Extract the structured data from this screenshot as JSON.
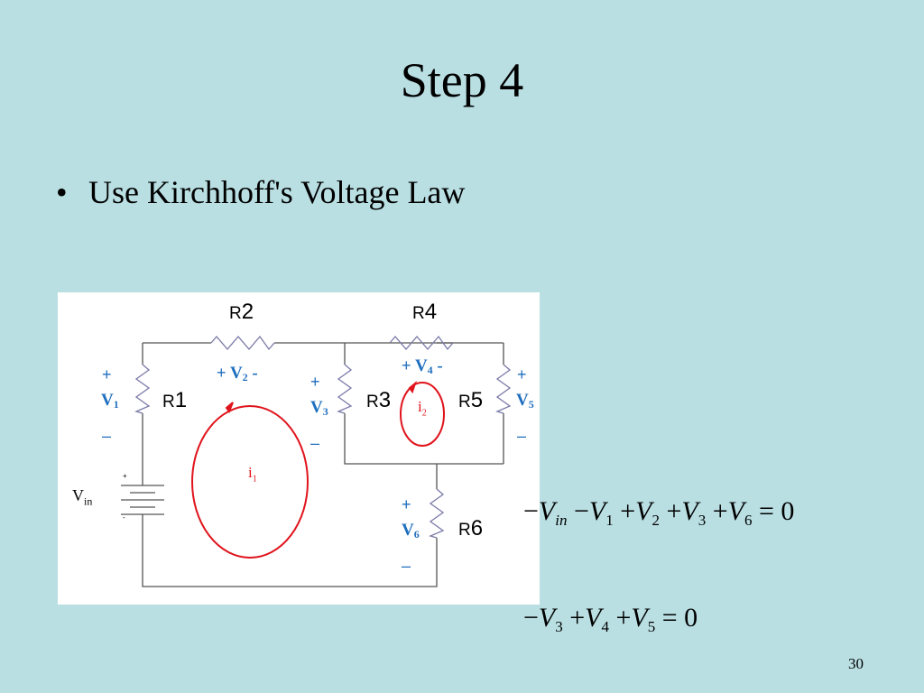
{
  "slide": {
    "title": "Step 4",
    "bullet": "Use Kirchhoff's Voltage Law",
    "number": "30"
  },
  "circuit": {
    "resistors": [
      {
        "id": "R1",
        "letter": "R",
        "num": "1"
      },
      {
        "id": "R2",
        "letter": "R",
        "num": "2"
      },
      {
        "id": "R3",
        "letter": "R",
        "num": "3"
      },
      {
        "id": "R4",
        "letter": "R",
        "num": "4"
      },
      {
        "id": "R5",
        "letter": "R",
        "num": "5"
      },
      {
        "id": "R6",
        "letter": "R",
        "num": "6"
      }
    ],
    "voltages": {
      "V1": {
        "main": "V",
        "sub": "1",
        "plus": "+",
        "minus": "–"
      },
      "V2": {
        "main": "V",
        "sub": "2",
        "plus": "+",
        "minus": "-"
      },
      "V3": {
        "main": "V",
        "sub": "3",
        "plus": "+",
        "minus": "–"
      },
      "V4": {
        "main": "V",
        "sub": "4",
        "plus": "+",
        "minus": "-"
      },
      "V5": {
        "main": "V",
        "sub": "5",
        "plus": "+",
        "minus": "–"
      },
      "V6": {
        "main": "V",
        "sub": "6",
        "plus": "+",
        "minus": "–"
      }
    },
    "source": {
      "main": "V",
      "sub": "in",
      "plus": "+",
      "minus": "-"
    },
    "currents": {
      "i1": {
        "main": "i",
        "sub": "1"
      },
      "i2": {
        "main": "i",
        "sub": "2"
      }
    },
    "colors": {
      "voltage_label": "#1f6fbf",
      "current_loop": "#e0141c",
      "wire": "#555555",
      "resistor": "#7a7aa8"
    }
  },
  "equations": {
    "eq1": {
      "lhs": [
        {
          "op": "−",
          "v": "V",
          "sub": "in"
        },
        {
          "op": "−",
          "v": "V",
          "sub": "1"
        },
        {
          "op": "+",
          "v": "V",
          "sub": "2"
        },
        {
          "op": "+",
          "v": "V",
          "sub": "3"
        },
        {
          "op": "+",
          "v": "V",
          "sub": "6"
        }
      ],
      "rhs": "= 0"
    },
    "eq2": {
      "lhs": [
        {
          "op": "−",
          "v": "V",
          "sub": "3"
        },
        {
          "op": "+",
          "v": "V",
          "sub": "4"
        },
        {
          "op": "+",
          "v": "V",
          "sub": "5"
        }
      ],
      "rhs": "= 0"
    }
  }
}
